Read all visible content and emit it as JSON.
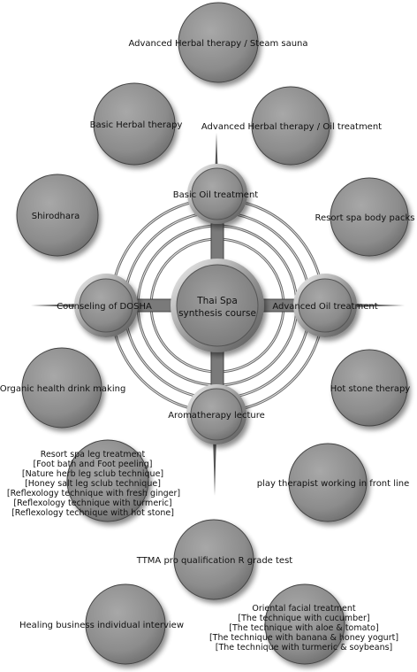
{
  "center": {
    "line1": "Thai Spa",
    "line2": "synthesis course"
  },
  "spokes": {
    "top": "Basic Oil treatment",
    "left": "Counseling of DOSHA",
    "right": "Advanced Oil treatment",
    "bottom": "Aromatherapy lecture"
  },
  "courses": {
    "steam_sauna": "Advanced Herbal therapy / Steam sauna",
    "basic_herbal": "Basic Herbal therapy",
    "adv_herbal_oil": "Advanced Herbal therapy / Oil treatment",
    "shirodhara": "Shirodhara",
    "resort_body": "Resort spa body packs",
    "organic_drink": "Organic health drink making",
    "hot_stone": "Hot stone therapy",
    "leg_treatment": {
      "title": "Resort spa leg treatment",
      "items": [
        "[Foot bath and Foot peeling]",
        "[Nature herb leg sclub technique]",
        "[Honey salt leg sclub technique]",
        "[Reflexology technique with fresh ginger]",
        "[Reflexology technique with turmeric]",
        "[Reflexology technique with hot stone]"
      ]
    },
    "front_line": "play therapist working in front line",
    "ttma": "TTMA pro qualification R grade test",
    "healing_business": "Healing business individual interview",
    "oriental_facial": {
      "title": "Oriental facial treatment",
      "items": [
        "[The technique with cucumber]",
        "[The technique with aloe & tomato]",
        "[The technique with banana & honey yogurt]",
        "[The technique with turmeric & soybeans]"
      ]
    }
  }
}
